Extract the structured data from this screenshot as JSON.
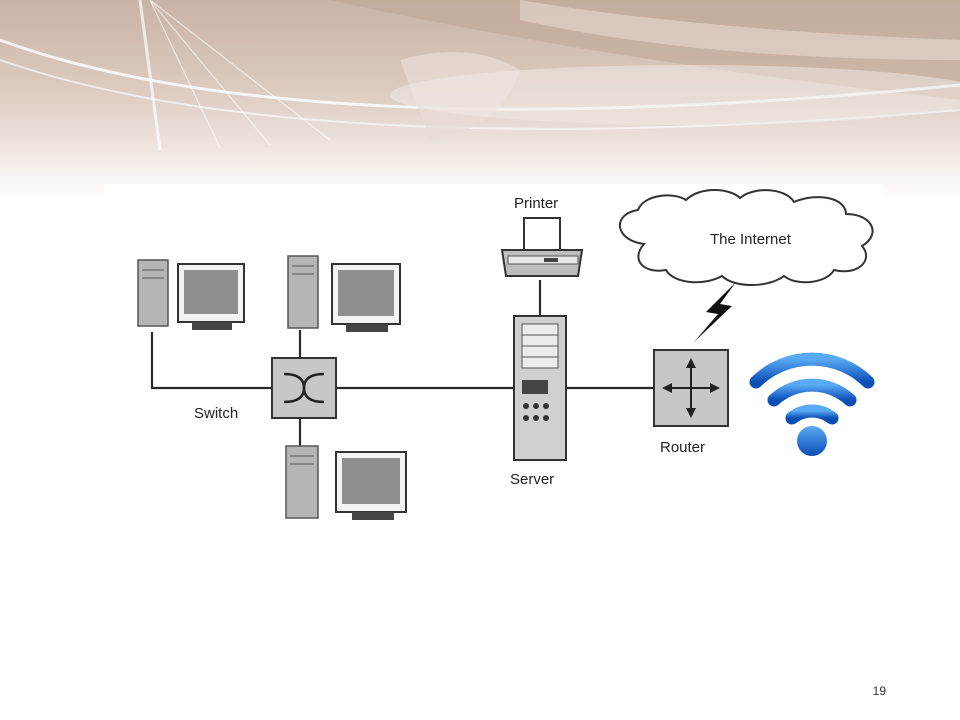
{
  "slide": {
    "page_number": "19"
  },
  "diagram": {
    "labels": {
      "printer": "Printer",
      "internet": "The Internet",
      "switch": "Switch",
      "server": "Server",
      "router": "Router"
    }
  },
  "colors": {
    "banner": "#d6c3b8",
    "wire": "#2b2b2b",
    "device_gray": "#9e9e9e",
    "wifi_blue": "#1f74d6"
  }
}
